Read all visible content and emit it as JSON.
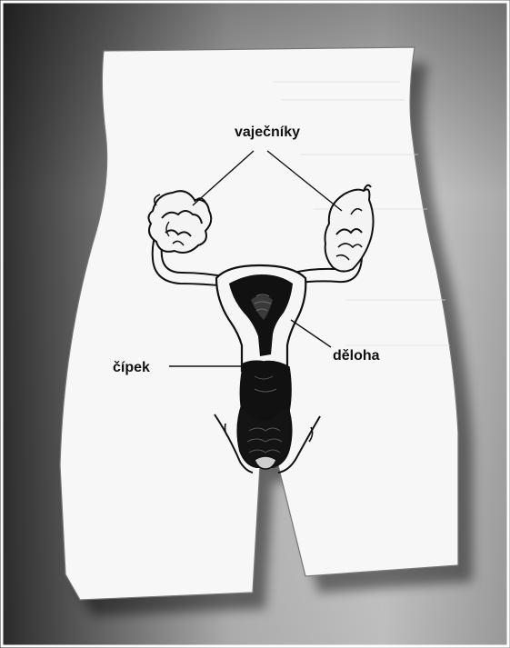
{
  "labels": {
    "ovaries": "vaječníky",
    "uterus": "děloha",
    "cervix": "čípek"
  },
  "colors": {
    "background_dark": "#3a3a3a",
    "background_light": "#cfcfcf",
    "body_fill": "#f7f7f7",
    "organ_ink": "#111111"
  }
}
